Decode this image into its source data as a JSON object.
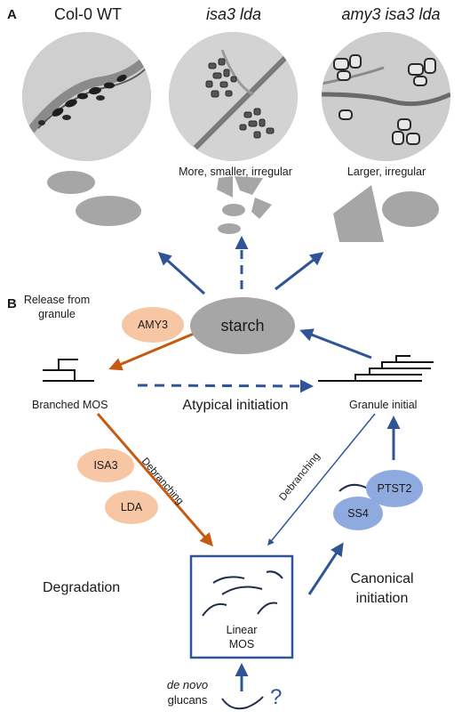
{
  "panel_a": {
    "letter": "A",
    "genotypes": [
      {
        "prefix": "Col-0 WT",
        "italic": ""
      },
      {
        "prefix": "",
        "italic": "isa3 lda"
      },
      {
        "prefix": "",
        "italic": "amy3 isa3 lda"
      }
    ],
    "captions": [
      "",
      "More, smaller, irregular",
      "Larger, irregular"
    ]
  },
  "panel_b": {
    "letter": "B",
    "release_label": "Release from granule",
    "starch_label": "starch",
    "enzymes": {
      "amy3": "AMY3",
      "isa3": "ISA3",
      "lda": "LDA",
      "pts2": "PTST2",
      "ss4": "SS4"
    },
    "branched_mos": "Branched MOS",
    "granule_initial": "Granule initial",
    "atypical_initiation": "Atypical initiation",
    "debranching_left": "Debranching",
    "debranching_right": "Debranching",
    "degradation": "Degradation",
    "canonical_initiation": "Canonical initiation",
    "linear_mos": "Linear MOS",
    "de_novo": "de novo",
    "glucans": "glucans",
    "question": "?"
  },
  "colors": {
    "blue": "#2f5597",
    "orange": "#c55a11",
    "granule_gray": "#a6a6a6",
    "orange_enzyme": "#f7c7a5",
    "blue_enzyme": "#8eaadf"
  }
}
